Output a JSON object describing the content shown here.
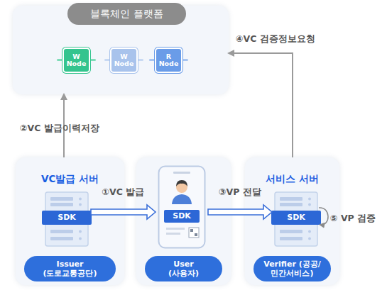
{
  "diagram": {
    "nodes": [
      {
        "text": [
          "블록체인 플랫폼"
        ]
      },
      {
        "text": [
          "W Node"
        ],
        "in": 0
      },
      {
        "text": [
          "W Node"
        ],
        "in": 0
      },
      {
        "text": [
          "R Node"
        ],
        "in": 0
      },
      {
        "text": [
          "VC발급 서버",
          "Issuer (도로교통공단)"
        ]
      },
      {
        "text": [
          "SDK"
        ],
        "in": 4
      },
      {
        "text": [
          "User (사용자)"
        ]
      },
      {
        "text": [
          "SDK"
        ],
        "in": 6
      },
      {
        "text": [
          "서비스 서버",
          "Verifier (공공/민간서비스)"
        ]
      },
      {
        "text": [
          "SDK"
        ],
        "in": 8
      }
    ],
    "edges": [
      {
        "from": 4,
        "to": 0,
        "label": "②VC 발급이력저장",
        "arrow": "to"
      },
      {
        "from": 5,
        "to": 7,
        "label": "①VC 발급",
        "arrow": "to"
      },
      {
        "from": 7,
        "to": 9,
        "label": "③VP 전달",
        "arrow": "to"
      },
      {
        "from": 8,
        "to": 0,
        "label": "④VC 검증정보요청",
        "arrow": "to"
      },
      {
        "from": 9,
        "to": 9,
        "label": "⑤ VP 검증",
        "arrow": "to"
      }
    ]
  }
}
